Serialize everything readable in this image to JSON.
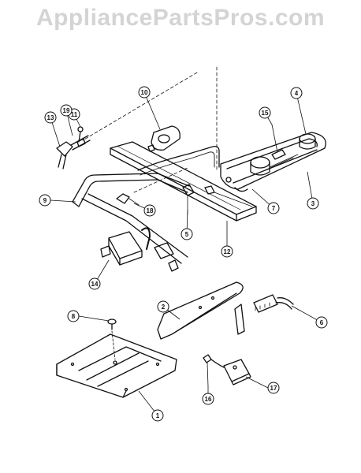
{
  "watermark": "AppliancePartsPros.com",
  "callouts": [
    {
      "id": "callout-1",
      "label": "1"
    },
    {
      "id": "callout-2",
      "label": "2"
    },
    {
      "id": "callout-3",
      "label": "3"
    },
    {
      "id": "callout-4",
      "label": "4"
    },
    {
      "id": "callout-5",
      "label": "5"
    },
    {
      "id": "callout-6",
      "label": "6"
    },
    {
      "id": "callout-7",
      "label": "7"
    },
    {
      "id": "callout-8",
      "label": "8"
    },
    {
      "id": "callout-9",
      "label": "9"
    },
    {
      "id": "callout-10",
      "label": "10"
    },
    {
      "id": "callout-11",
      "label": "11"
    },
    {
      "id": "callout-12",
      "label": "12"
    },
    {
      "id": "callout-13",
      "label": "13"
    },
    {
      "id": "callout-14",
      "label": "14"
    },
    {
      "id": "callout-15",
      "label": "15"
    },
    {
      "id": "callout-16",
      "label": "16"
    },
    {
      "id": "callout-17",
      "label": "17"
    },
    {
      "id": "callout-18",
      "label": "18"
    },
    {
      "id": "callout-19",
      "label": "19"
    }
  ]
}
